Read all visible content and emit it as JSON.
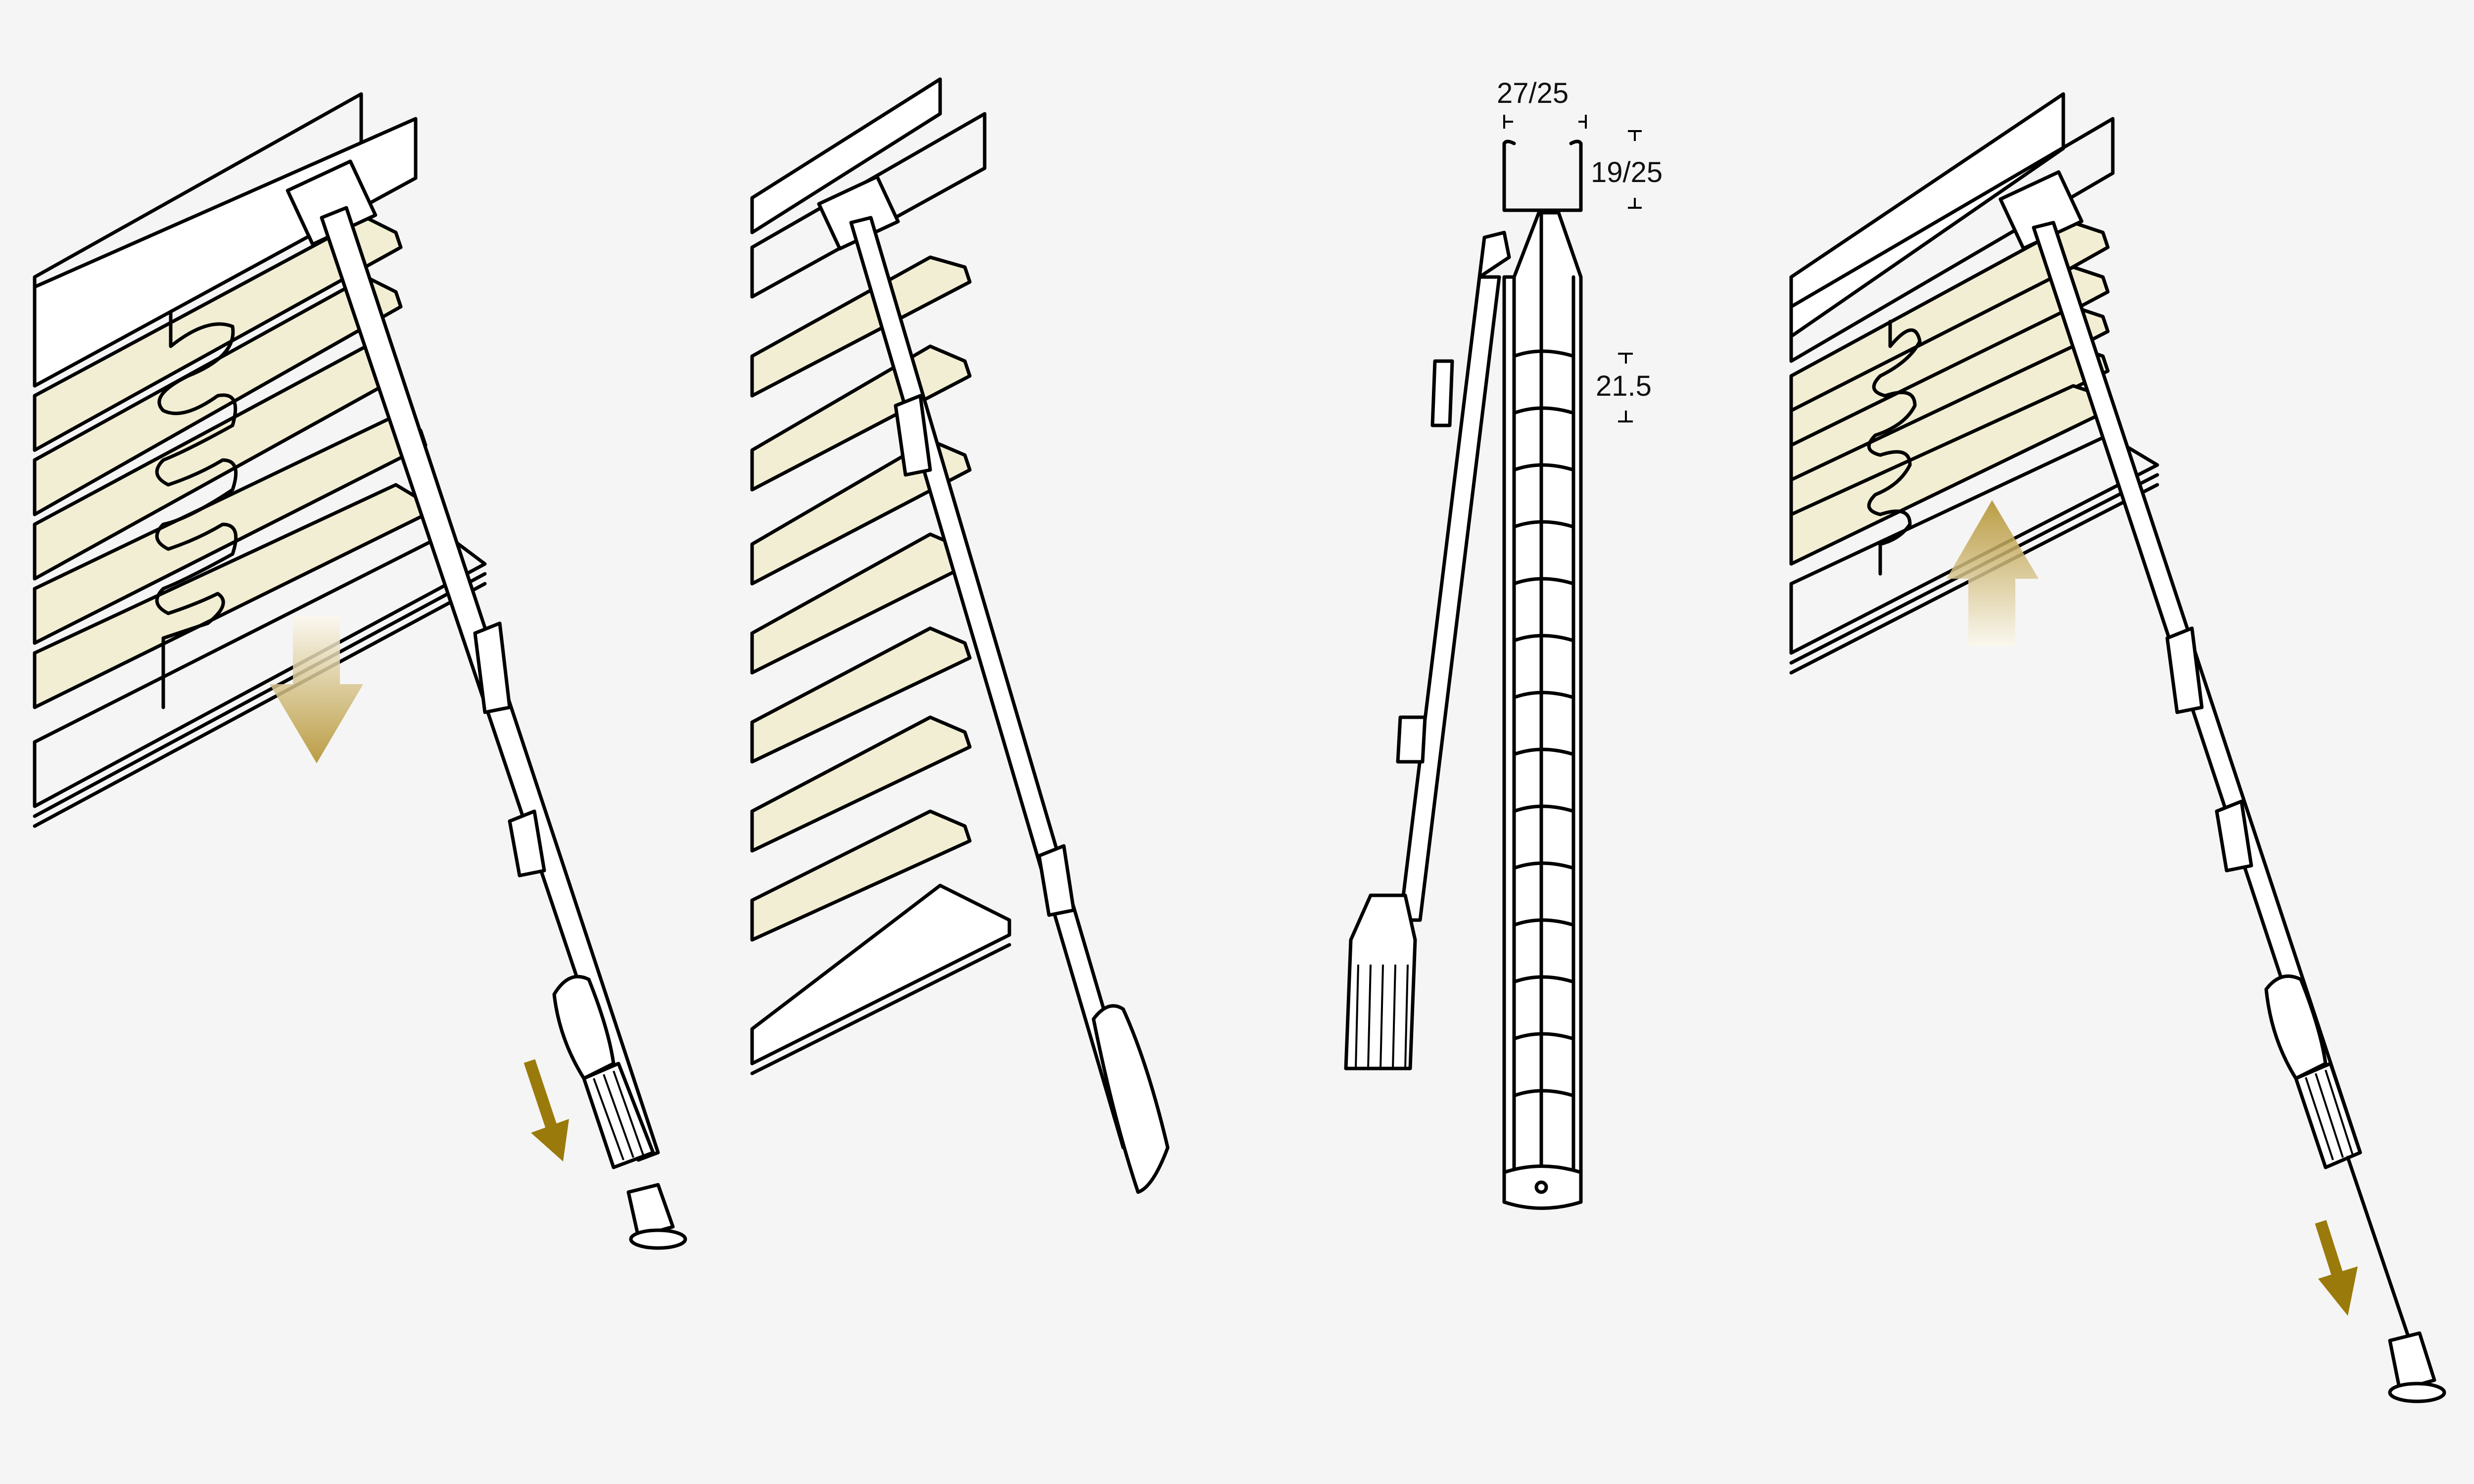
{
  "diagram": {
    "title": "",
    "background_color": "#f5f5f5",
    "colors": {
      "slat_fill": "#f2eed4",
      "line": "#000000",
      "rail_fill": "#ffffff",
      "arrow_dark": "#9a7a0a",
      "arrow_gradient_top": "#b3922f",
      "arrow_gradient_bottom": "#fbf8ee"
    },
    "panels": [
      {
        "id": "panel-1",
        "description": "Blind with tilt wand; ladder cord shown; bottom rail lowering",
        "arrows": [
          {
            "name": "bottom-rail-down-arrow",
            "direction": "down",
            "style": "gradient"
          },
          {
            "name": "wand-pull-down-arrow",
            "direction": "down-right",
            "style": "solid"
          }
        ]
      },
      {
        "id": "panel-2",
        "description": "Blind with slats tilted open and wand attached",
        "arrows": []
      },
      {
        "id": "panel-3",
        "description": "Cross-section profile with ladder cord and wand",
        "dimensions": {
          "headrail_width": "27/25",
          "headrail_height": "19/25",
          "rung_spacing": "21.5"
        }
      },
      {
        "id": "panel-4",
        "description": "Blind raising; cord pulled down",
        "arrows": [
          {
            "name": "bottom-rail-up-arrow",
            "direction": "up",
            "style": "gradient"
          },
          {
            "name": "cord-pull-down-arrow",
            "direction": "down-right",
            "style": "solid"
          }
        ]
      }
    ]
  }
}
